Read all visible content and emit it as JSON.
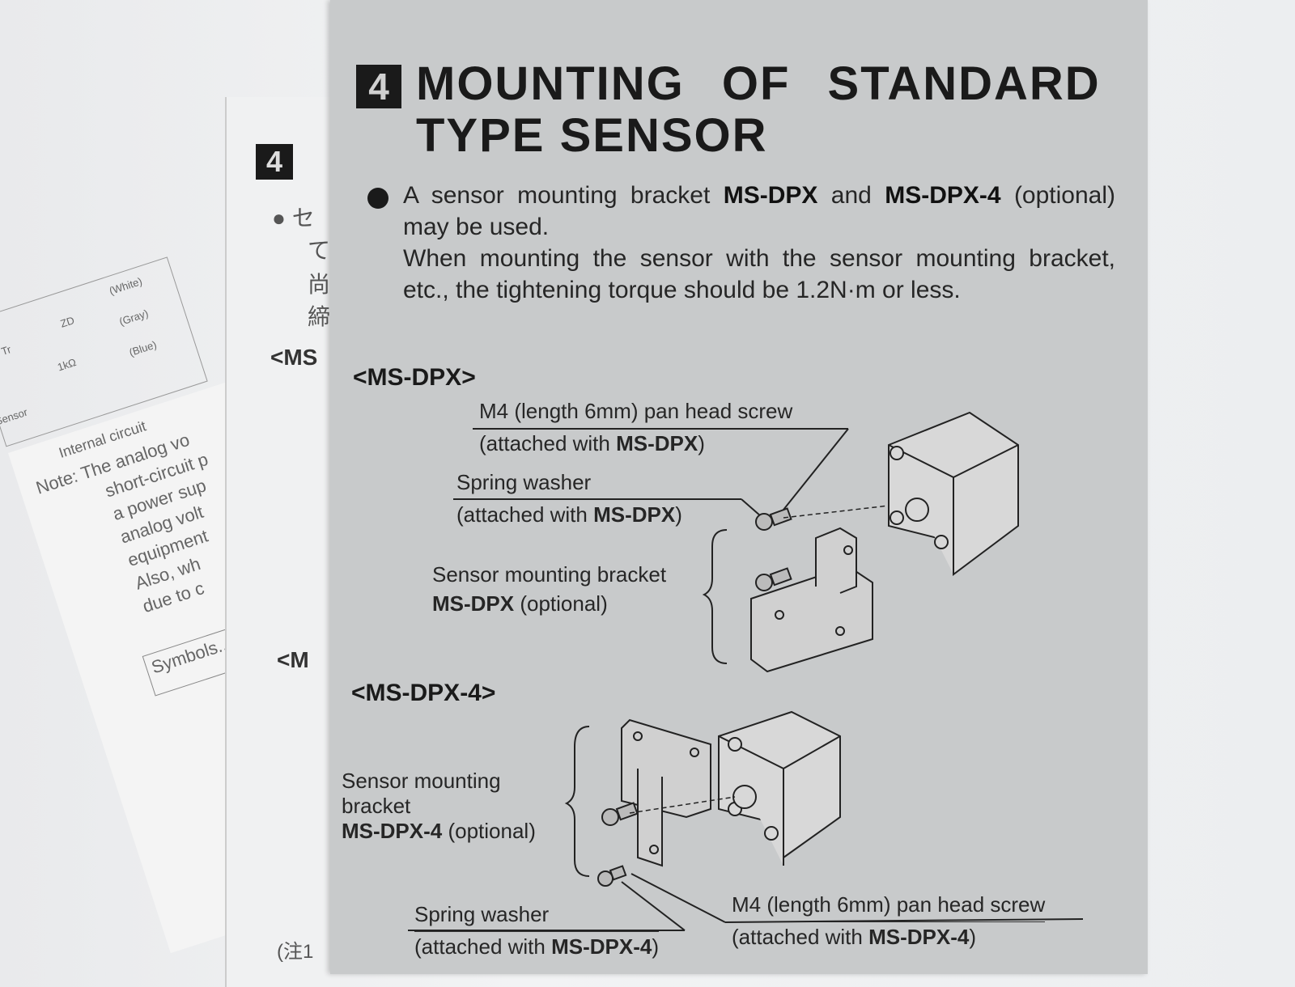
{
  "back_sheet": {
    "lines": [
      "Internal circuit",
      "Note: The analog vo",
      "short-circuit p",
      "a power sup",
      "analog volt",
      "equipment",
      "Also, wh",
      "due to c",
      "Symbols...D:"
    ],
    "circuit_labels": [
      "(White)",
      "(Gray)",
      "(Blue)",
      "1kΩ",
      "ZD",
      "Tr",
      "Sensor"
    ]
  },
  "jp_sheet": {
    "section_number": "4",
    "lines": [
      "● セ",
      "て",
      "尚",
      "締",
      "<MS",
      "<M",
      "(注1"
    ]
  },
  "main": {
    "section_number": "4",
    "title_line1": "MOUNTING OF STANDARD",
    "title_line2": "TYPE SENSOR",
    "para": {
      "t1": "A sensor mounting bracket ",
      "b1": "MS-DPX",
      "t2": " and ",
      "b2": "MS-DPX-4",
      "t3": " (optional) may be used. ",
      "t4": "When mounting the sensor with the sensor mounting bracket, etc., the tightening torque should be 1.2N·m or less."
    },
    "ms_dpx": {
      "heading": "<MS-DPX>",
      "screw_label": "M4 (length 6mm) pan head screw",
      "screw_sub_prefix": "(attached with ",
      "screw_sub_bold": "MS-DPX",
      "screw_sub_suffix": ")",
      "washer_label": "Spring washer",
      "washer_sub_prefix": "(attached with ",
      "washer_sub_bold": "MS-DPX",
      "washer_sub_suffix": ")",
      "bracket_label": "Sensor mounting bracket",
      "bracket_bold": "MS-DPX",
      "bracket_suffix": " (optional)"
    },
    "ms_dpx4": {
      "heading": "<MS-DPX-4>",
      "bracket_l1": "Sensor mounting",
      "bracket_l2": "bracket",
      "bracket_bold": "MS-DPX-4",
      "bracket_suffix": " (optional)",
      "washer_label": "Spring washer",
      "washer_sub_prefix": "(attached with ",
      "washer_sub_bold": "MS-DPX-4",
      "washer_sub_suffix": ")",
      "screw_label": "M4 (length 6mm) pan head screw",
      "screw_sub_prefix": "(attached with ",
      "screw_sub_bold": "MS-DPX-4",
      "screw_sub_suffix": ")"
    }
  }
}
